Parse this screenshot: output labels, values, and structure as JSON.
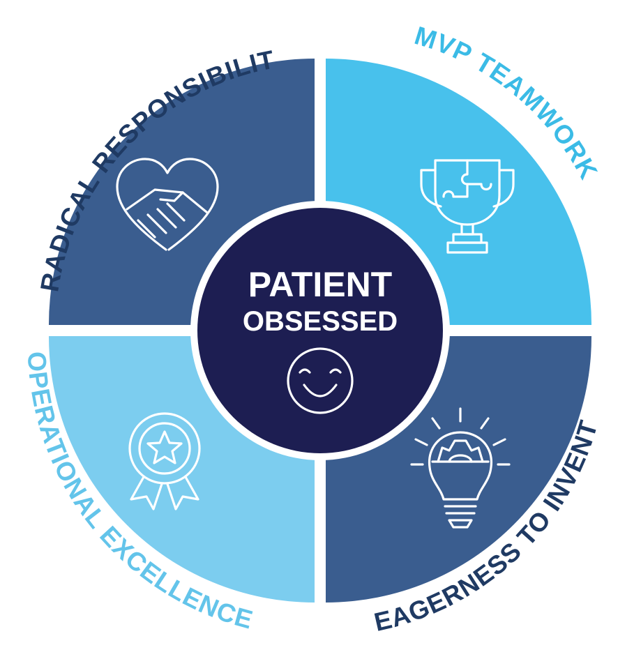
{
  "center": {
    "title_line1": "PATIENT",
    "title_line2": "OBSESSED",
    "icon": "smiley-face-icon"
  },
  "quadrants": [
    {
      "id": "top-left",
      "label": "RADICAL RESPONSIBILITY",
      "icon": "handshake-heart-icon",
      "color": "#3a5d8f",
      "text_color": "#1f3a63"
    },
    {
      "id": "top-right",
      "label": "MVP TEAMWORK",
      "icon": "puzzle-trophy-icon",
      "color": "#48c1ec",
      "text_color": "#3bbbe6"
    },
    {
      "id": "bottom-left",
      "label": "OPERATIONAL EXCELLENCE",
      "icon": "star-medal-icon",
      "color": "#7ccdef",
      "text_color": "#63c4ea"
    },
    {
      "id": "bottom-right",
      "label": "EAGERNESS TO INVENT",
      "icon": "lightbulb-gear-icon",
      "color": "#3a5d8f",
      "text_color": "#1f3a63"
    }
  ],
  "colors": {
    "center_fill": "#1d1e52",
    "gap": "#ffffff"
  }
}
